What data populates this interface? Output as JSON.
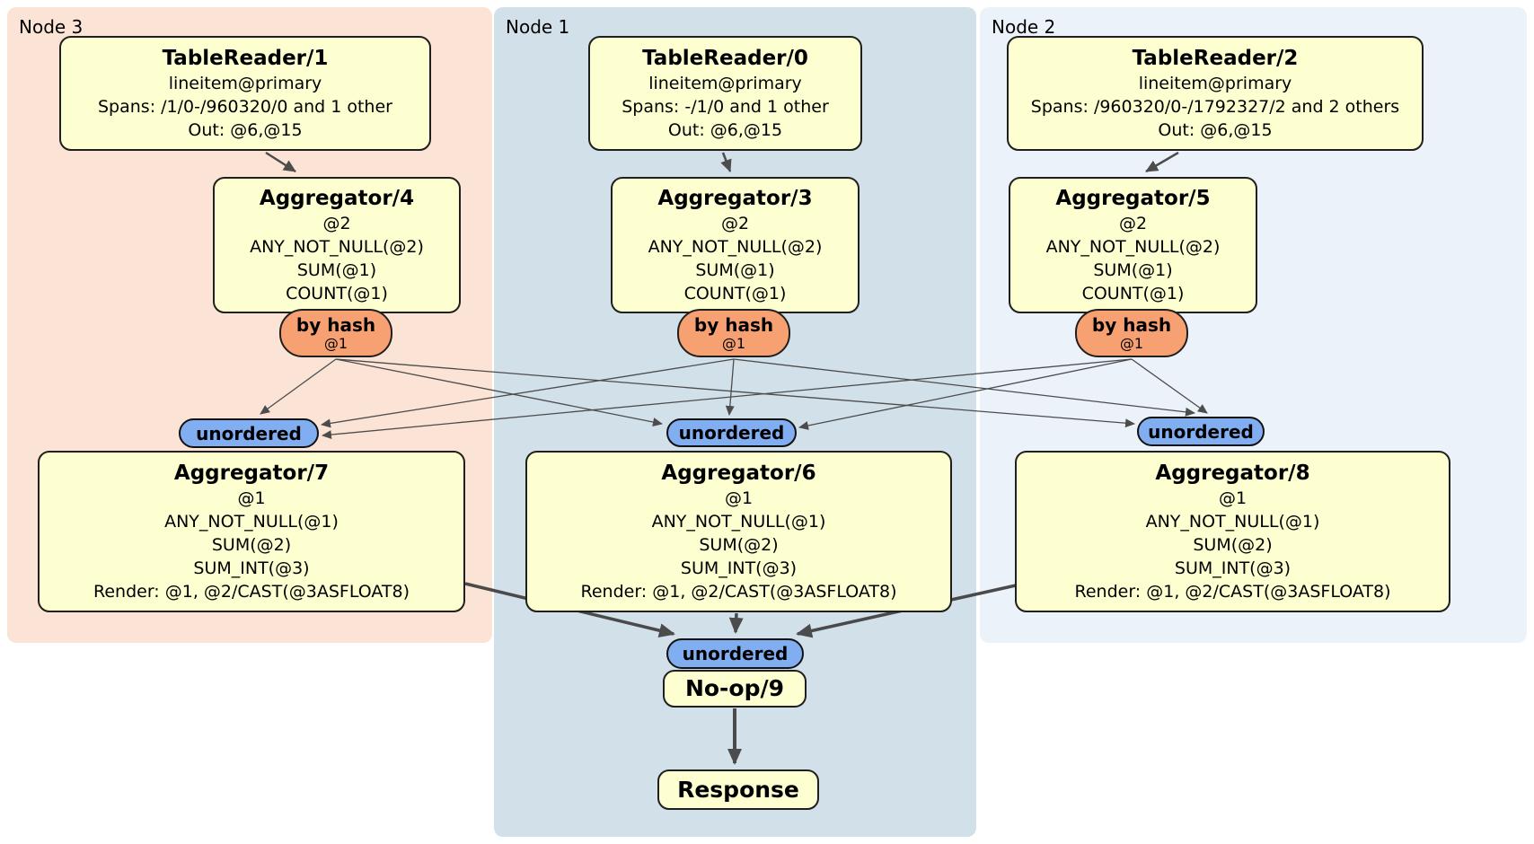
{
  "regions": {
    "node3": {
      "label": "Node 3",
      "bg": "#fbe3d5"
    },
    "node1": {
      "label": "Node 1",
      "bg": "#d2e0ea"
    },
    "node2": {
      "label": "Node 2",
      "bg": "#ecf2fa"
    }
  },
  "processors": {
    "tablereader1": {
      "title": "TableReader/1",
      "lines": [
        "lineitem@primary",
        "Spans: /1/0-/960320/0 and 1 other",
        "Out: @6,@15"
      ]
    },
    "tablereader0": {
      "title": "TableReader/0",
      "lines": [
        "lineitem@primary",
        "Spans: -/1/0 and 1 other",
        "Out: @6,@15"
      ]
    },
    "tablereader2": {
      "title": "TableReader/2",
      "lines": [
        "lineitem@primary",
        "Spans: /960320/0-/1792327/2 and 2 others",
        "Out: @6,@15"
      ]
    },
    "aggregator4": {
      "title": "Aggregator/4",
      "lines": [
        "@2",
        "ANY_NOT_NULL(@2)",
        "SUM(@1)",
        "COUNT(@1)"
      ]
    },
    "aggregator3": {
      "title": "Aggregator/3",
      "lines": [
        "@2",
        "ANY_NOT_NULL(@2)",
        "SUM(@1)",
        "COUNT(@1)"
      ]
    },
    "aggregator5": {
      "title": "Aggregator/5",
      "lines": [
        "@2",
        "ANY_NOT_NULL(@2)",
        "SUM(@1)",
        "COUNT(@1)"
      ]
    },
    "aggregator7": {
      "title": "Aggregator/7",
      "lines": [
        "@1",
        "ANY_NOT_NULL(@1)",
        "SUM(@2)",
        "SUM_INT(@3)",
        "Render: @1, @2/CAST(@3ASFLOAT8)"
      ]
    },
    "aggregator6": {
      "title": "Aggregator/6",
      "lines": [
        "@1",
        "ANY_NOT_NULL(@1)",
        "SUM(@2)",
        "SUM_INT(@3)",
        "Render: @1, @2/CAST(@3ASFLOAT8)"
      ]
    },
    "aggregator8": {
      "title": "Aggregator/8",
      "lines": [
        "@1",
        "ANY_NOT_NULL(@1)",
        "SUM(@2)",
        "SUM_INT(@3)",
        "Render: @1, @2/CAST(@3ASFLOAT8)"
      ]
    },
    "noop9": {
      "title": "No-op/9"
    },
    "response": {
      "title": "Response"
    }
  },
  "router": {
    "label": "by hash",
    "key": "@1"
  },
  "sync": {
    "label": "unordered"
  },
  "colors": {
    "processor_fill": "#feffd0",
    "router_fill": "#f7a173",
    "sync_fill": "#81adf1",
    "node3_bg": "#fbe3d5",
    "node1_bg": "#d2e0ea",
    "node2_bg": "#ecf2fa",
    "edge": "#4c4c4c",
    "border": "#1f1f1f"
  }
}
